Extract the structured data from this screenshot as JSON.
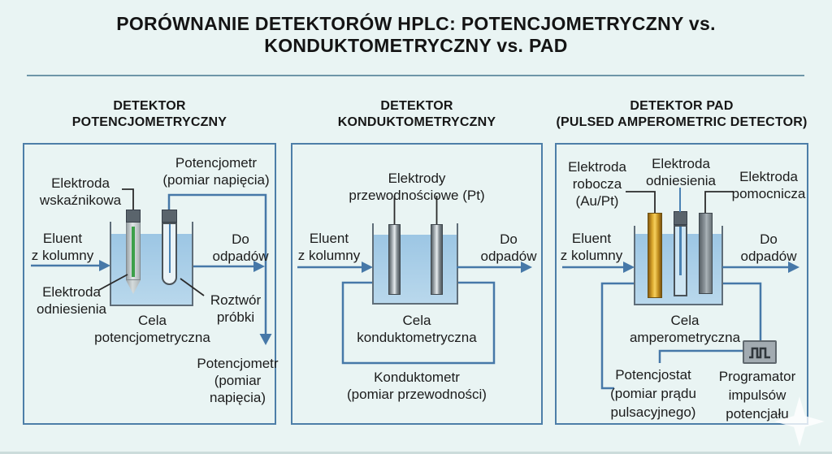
{
  "title": "PORÓWNANIE DETEKTORÓW HPLC: POTENCJOMETRYCZNY vs. KONDUKTOMETRYCZNY vs. PAD",
  "colors": {
    "background": "#e9f4f3",
    "panel_border": "#4d7ea8",
    "circuit_line": "#4678a8",
    "cell_wall": "#5f6d78",
    "liquid": "#a9cde7",
    "gold_electrode": "#e8b83a",
    "green_stripe": "#3da04a",
    "text": "#1a1a1a"
  },
  "panel_potentiometric": {
    "heading": "DETEKTOR\nPOTENCJOMETRYCZNY",
    "label_potentiometer_top": "Potencjometr\n(pomiar napięcia)",
    "label_indicator_electrode": "Elektroda\nwskaźnikowa",
    "label_eluent": "Eluent\nz kolumny",
    "label_waste": "Do\nodpadów",
    "label_reference_electrode": "Elektroda\nodniesienia",
    "label_cell": "Cela\npotencjometryczna",
    "label_sample_solution": "Roztwór\npróbki",
    "label_potentiometer_bottom": "Potencjometr\n(pomiar\nnapięcia)"
  },
  "panel_conductometric": {
    "heading": "DETEKTOR\nKONDUKTOMETRYCZNY",
    "label_electrodes": "Elektrody\nprzewodnościowe (Pt)",
    "label_eluent": "Eluent\nz kolumny",
    "label_waste": "Do\nodpadów",
    "label_cell": "Cela\nkonduktometryczna",
    "label_conductometer": "Konduktometr\n(pomiar przewodności)"
  },
  "panel_pad": {
    "heading": "DETEKTOR PAD\n(PULSED AMPEROMETRIC DETECTOR)",
    "label_working_electrode": "Elektroda\nrobocza\n(Au/Pt)",
    "label_reference_electrode": "Elektroda\nodniesienia",
    "label_auxiliary_electrode": "Elektroda\npomocnicza",
    "label_eluent": "Eluent\nz kolumny",
    "label_waste": "Do\nodpadów",
    "label_cell": "Cela\namperometryczna",
    "label_potentiostat": "Potencjostat\n(pomiar prądu\npulsacyjnego)",
    "label_pulse_programmer": "Programator\nimpulsów\npotencjału"
  },
  "icons": {
    "pulse_wave": "square-wave-pulse-icon"
  }
}
